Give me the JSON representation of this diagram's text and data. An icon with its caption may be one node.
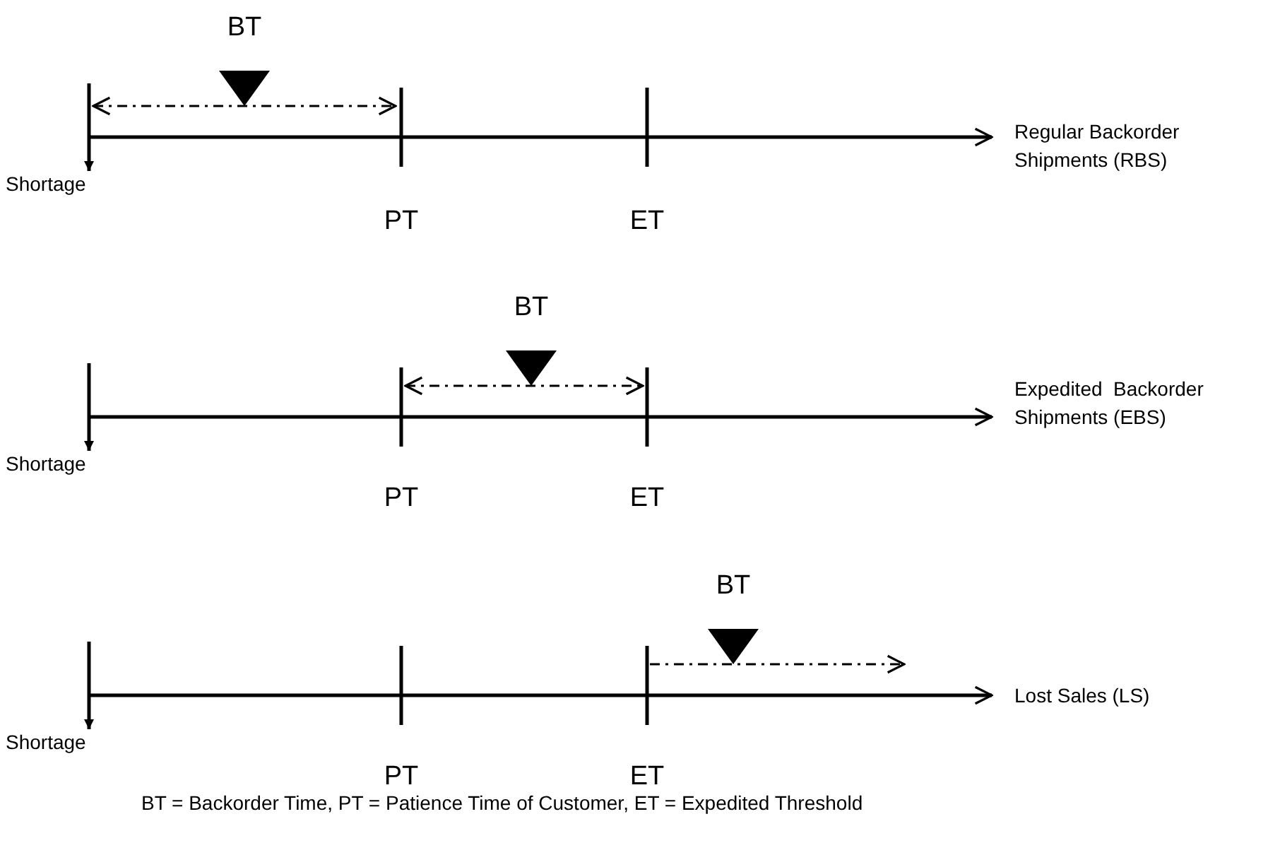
{
  "diagram": {
    "nodes": [
      {
        "text": [
          "Regular Backorder Shipments (RBS)"
        ]
      },
      {
        "text": [
          "Shortage"
        ]
      },
      {
        "text": [
          "Expedited  Backorder Shipments (EBS)"
        ]
      },
      {
        "text": [
          "Shortage"
        ]
      },
      {
        "text": [
          "Lost Sales (LS)"
        ]
      },
      {
        "text": [
          "Shortage"
        ]
      }
    ],
    "edges": [
      {
        "from": null,
        "to": 0,
        "arrow": "to"
      },
      {
        "from": null,
        "to": 1,
        "arrow": "to"
      },
      {
        "from": null,
        "to": 2,
        "arrow": "to"
      },
      {
        "from": null,
        "to": 3,
        "arrow": "to"
      },
      {
        "from": null,
        "to": 4,
        "arrow": "to"
      },
      {
        "from": null,
        "to": 5,
        "arrow": "to"
      }
    ],
    "labels": [
      "BT",
      "PT",
      "ET",
      "BT",
      "PT",
      "ET",
      "BT",
      "PT",
      "ET",
      "BT = Backorder Time, PT = Patience Time of Customer, ET = Expedited Threshold"
    ]
  }
}
